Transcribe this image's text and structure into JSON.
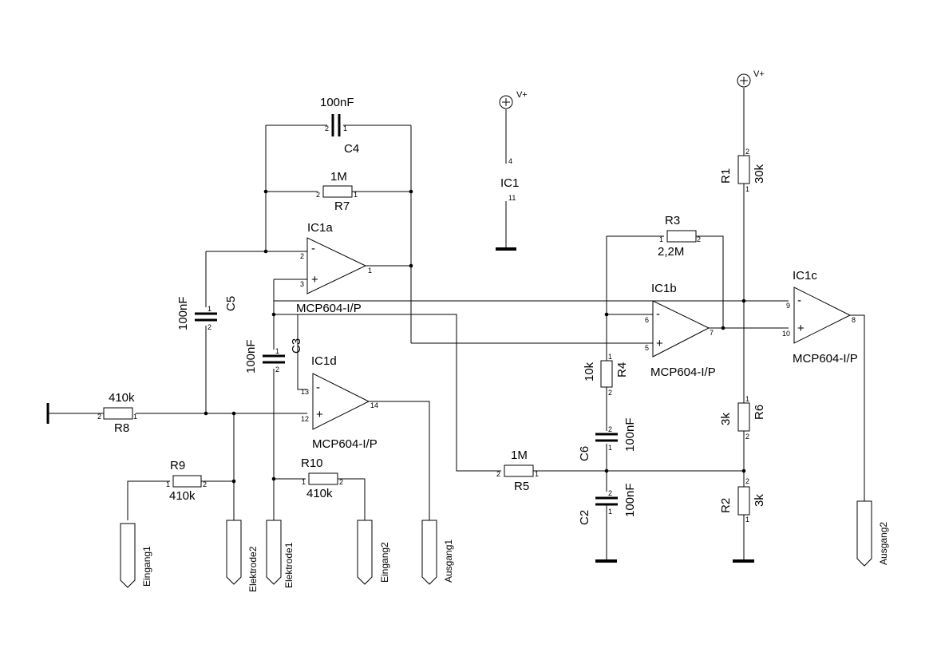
{
  "power": {
    "vplus_1": "V+",
    "vplus_2": "V+"
  },
  "ic1": {
    "name": "IC1",
    "pin_vdd": "4",
    "pin_vss": "11"
  },
  "opamps": {
    "a": {
      "name": "IC1a",
      "pin_inv": "2",
      "pin_noninv": "3",
      "pin_out": "1",
      "part": "MCP604-I/P"
    },
    "b": {
      "name": "IC1b",
      "pin_inv": "6",
      "pin_noninv": "5",
      "pin_out": "7",
      "part": "MCP604-I/P"
    },
    "c": {
      "name": "IC1c",
      "pin_inv": "9",
      "pin_noninv": "10",
      "pin_out": "8",
      "part": "MCP604-I/P"
    },
    "d": {
      "name": "IC1d",
      "pin_inv": "13",
      "pin_noninv": "12",
      "pin_out": "14",
      "part": "MCP604-I/P"
    },
    "minus": "-",
    "plus": "+"
  },
  "resistors": {
    "r1": {
      "name": "R1",
      "value": "30k",
      "pin1": "1",
      "pin2": "2"
    },
    "r2": {
      "name": "R2",
      "value": "3k",
      "pin1": "1",
      "pin2": "2"
    },
    "r3": {
      "name": "R3",
      "value": "2,2M",
      "pin1": "1",
      "pin2": "2"
    },
    "r4": {
      "name": "R4",
      "value": "10k",
      "pin1": "1",
      "pin2": "2"
    },
    "r5": {
      "name": "R5",
      "value": "1M",
      "pin1": "1",
      "pin2": "2"
    },
    "r6": {
      "name": "R6",
      "value": "3k",
      "pin1": "1",
      "pin2": "2"
    },
    "r7": {
      "name": "R7",
      "value": "1M",
      "pin1": "1",
      "pin2": "2"
    },
    "r8": {
      "name": "R8",
      "value": "410k",
      "pin1": "1",
      "pin2": "2"
    },
    "r9": {
      "name": "R9",
      "value": "410k",
      "pin1": "1",
      "pin2": "2"
    },
    "r10": {
      "name": "R10",
      "value": "410k",
      "pin1": "1",
      "pin2": "2"
    }
  },
  "capacitors": {
    "c2": {
      "name": "C2",
      "value": "100nF",
      "pin1": "1",
      "pin2": "2"
    },
    "c3": {
      "name": "C3",
      "value": "100nF",
      "pin1": "1",
      "pin2": "2"
    },
    "c4": {
      "name": "C4",
      "value": "100nF",
      "pin1": "1",
      "pin2": "2"
    },
    "c5": {
      "name": "C5",
      "value": "100nF",
      "pin1": "1",
      "pin2": "2"
    },
    "c6": {
      "name": "C6",
      "value": "100nF",
      "pin1": "1",
      "pin2": "2"
    }
  },
  "connectors": {
    "eingang1": "Eingang1",
    "elektrode2": "Elektrode2",
    "elektrode1": "Elektrode1",
    "eingang2": "Eingang2",
    "ausgang1": "Ausgang1",
    "ausgang2": "Ausgang2"
  }
}
